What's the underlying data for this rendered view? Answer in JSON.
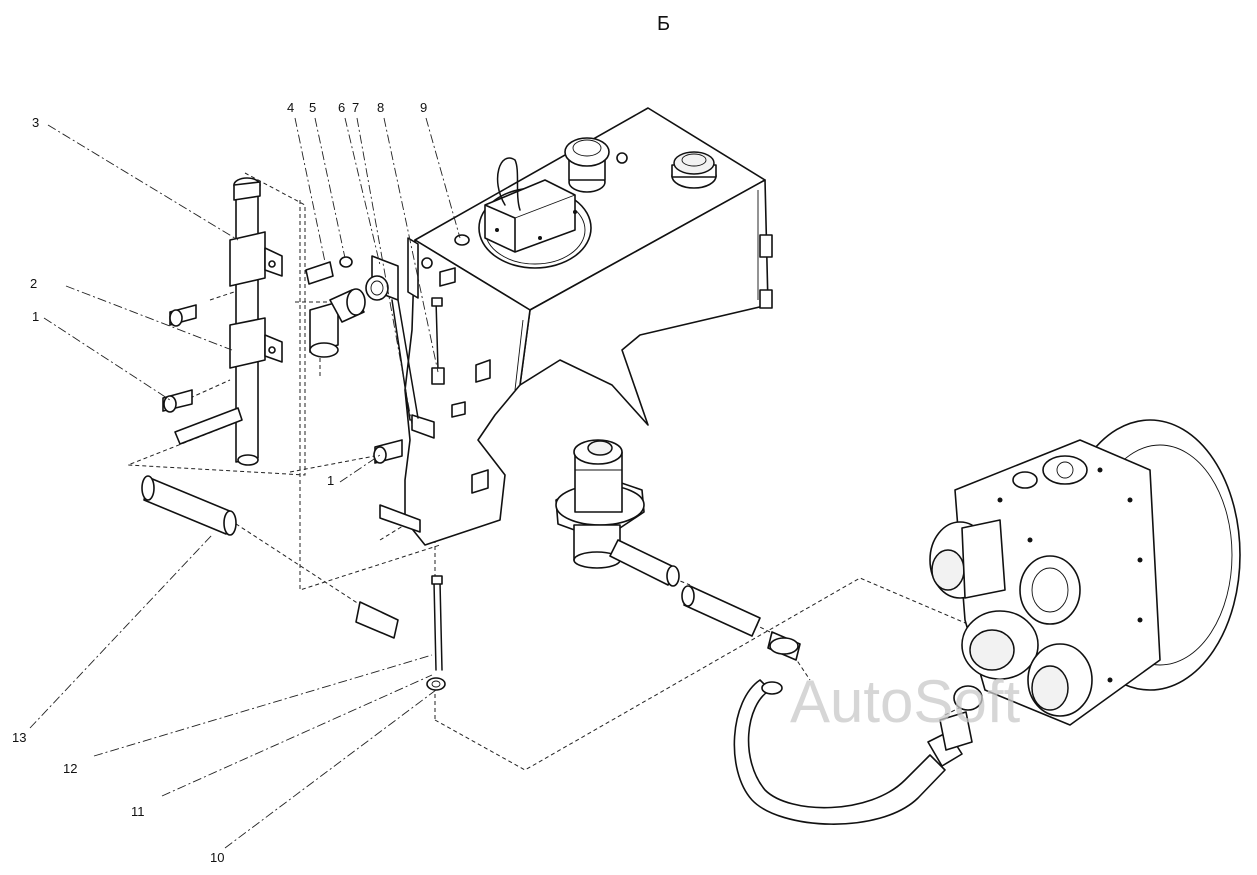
{
  "view_title": "Б",
  "watermark": "AutoSoft",
  "callouts": {
    "n1a": "1",
    "n1b": "1",
    "n2": "2",
    "n3": "3",
    "n4": "4",
    "n5": "5",
    "n6": "6",
    "n7": "7",
    "n8": "8",
    "n9": "9",
    "n10": "10",
    "n11": "11",
    "n12": "12",
    "n13": "13"
  },
  "colors": {
    "ink": "#111111",
    "paper": "#ffffff",
    "watermark": "#c9c9c9"
  }
}
